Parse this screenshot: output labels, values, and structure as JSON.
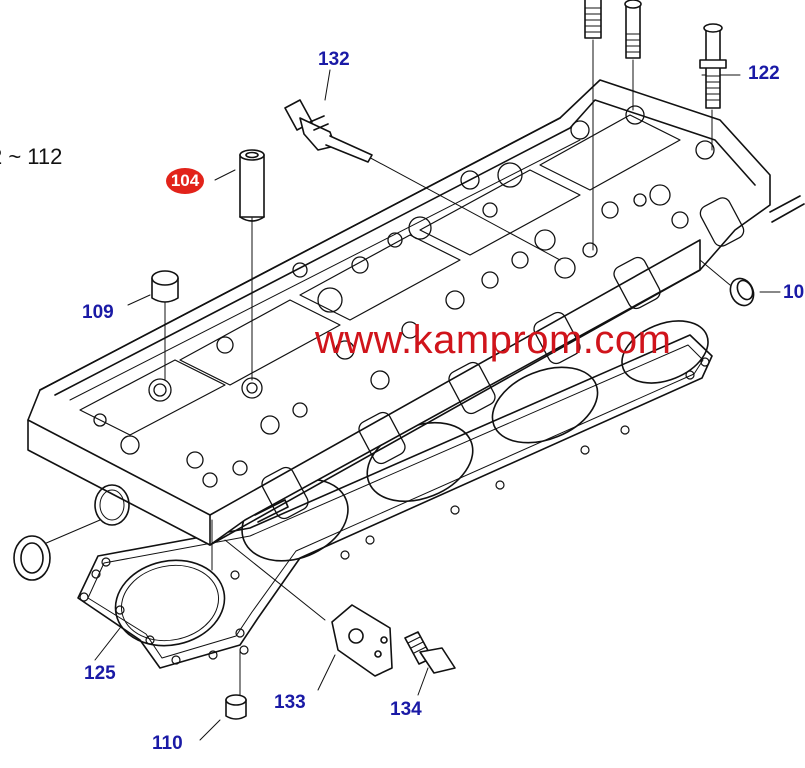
{
  "range_label": "2 ~ 112",
  "highlight": {
    "label": "104",
    "color": "#e2231a"
  },
  "watermark": {
    "text": "www.kamprom.com",
    "color": "#d0141b"
  },
  "callout_color": "#1a1aa6",
  "callouts": {
    "c132": "132",
    "c122": "122",
    "c10x": "10",
    "c109": "109",
    "c125": "125",
    "c133": "133",
    "c134": "134",
    "c110": "110"
  }
}
